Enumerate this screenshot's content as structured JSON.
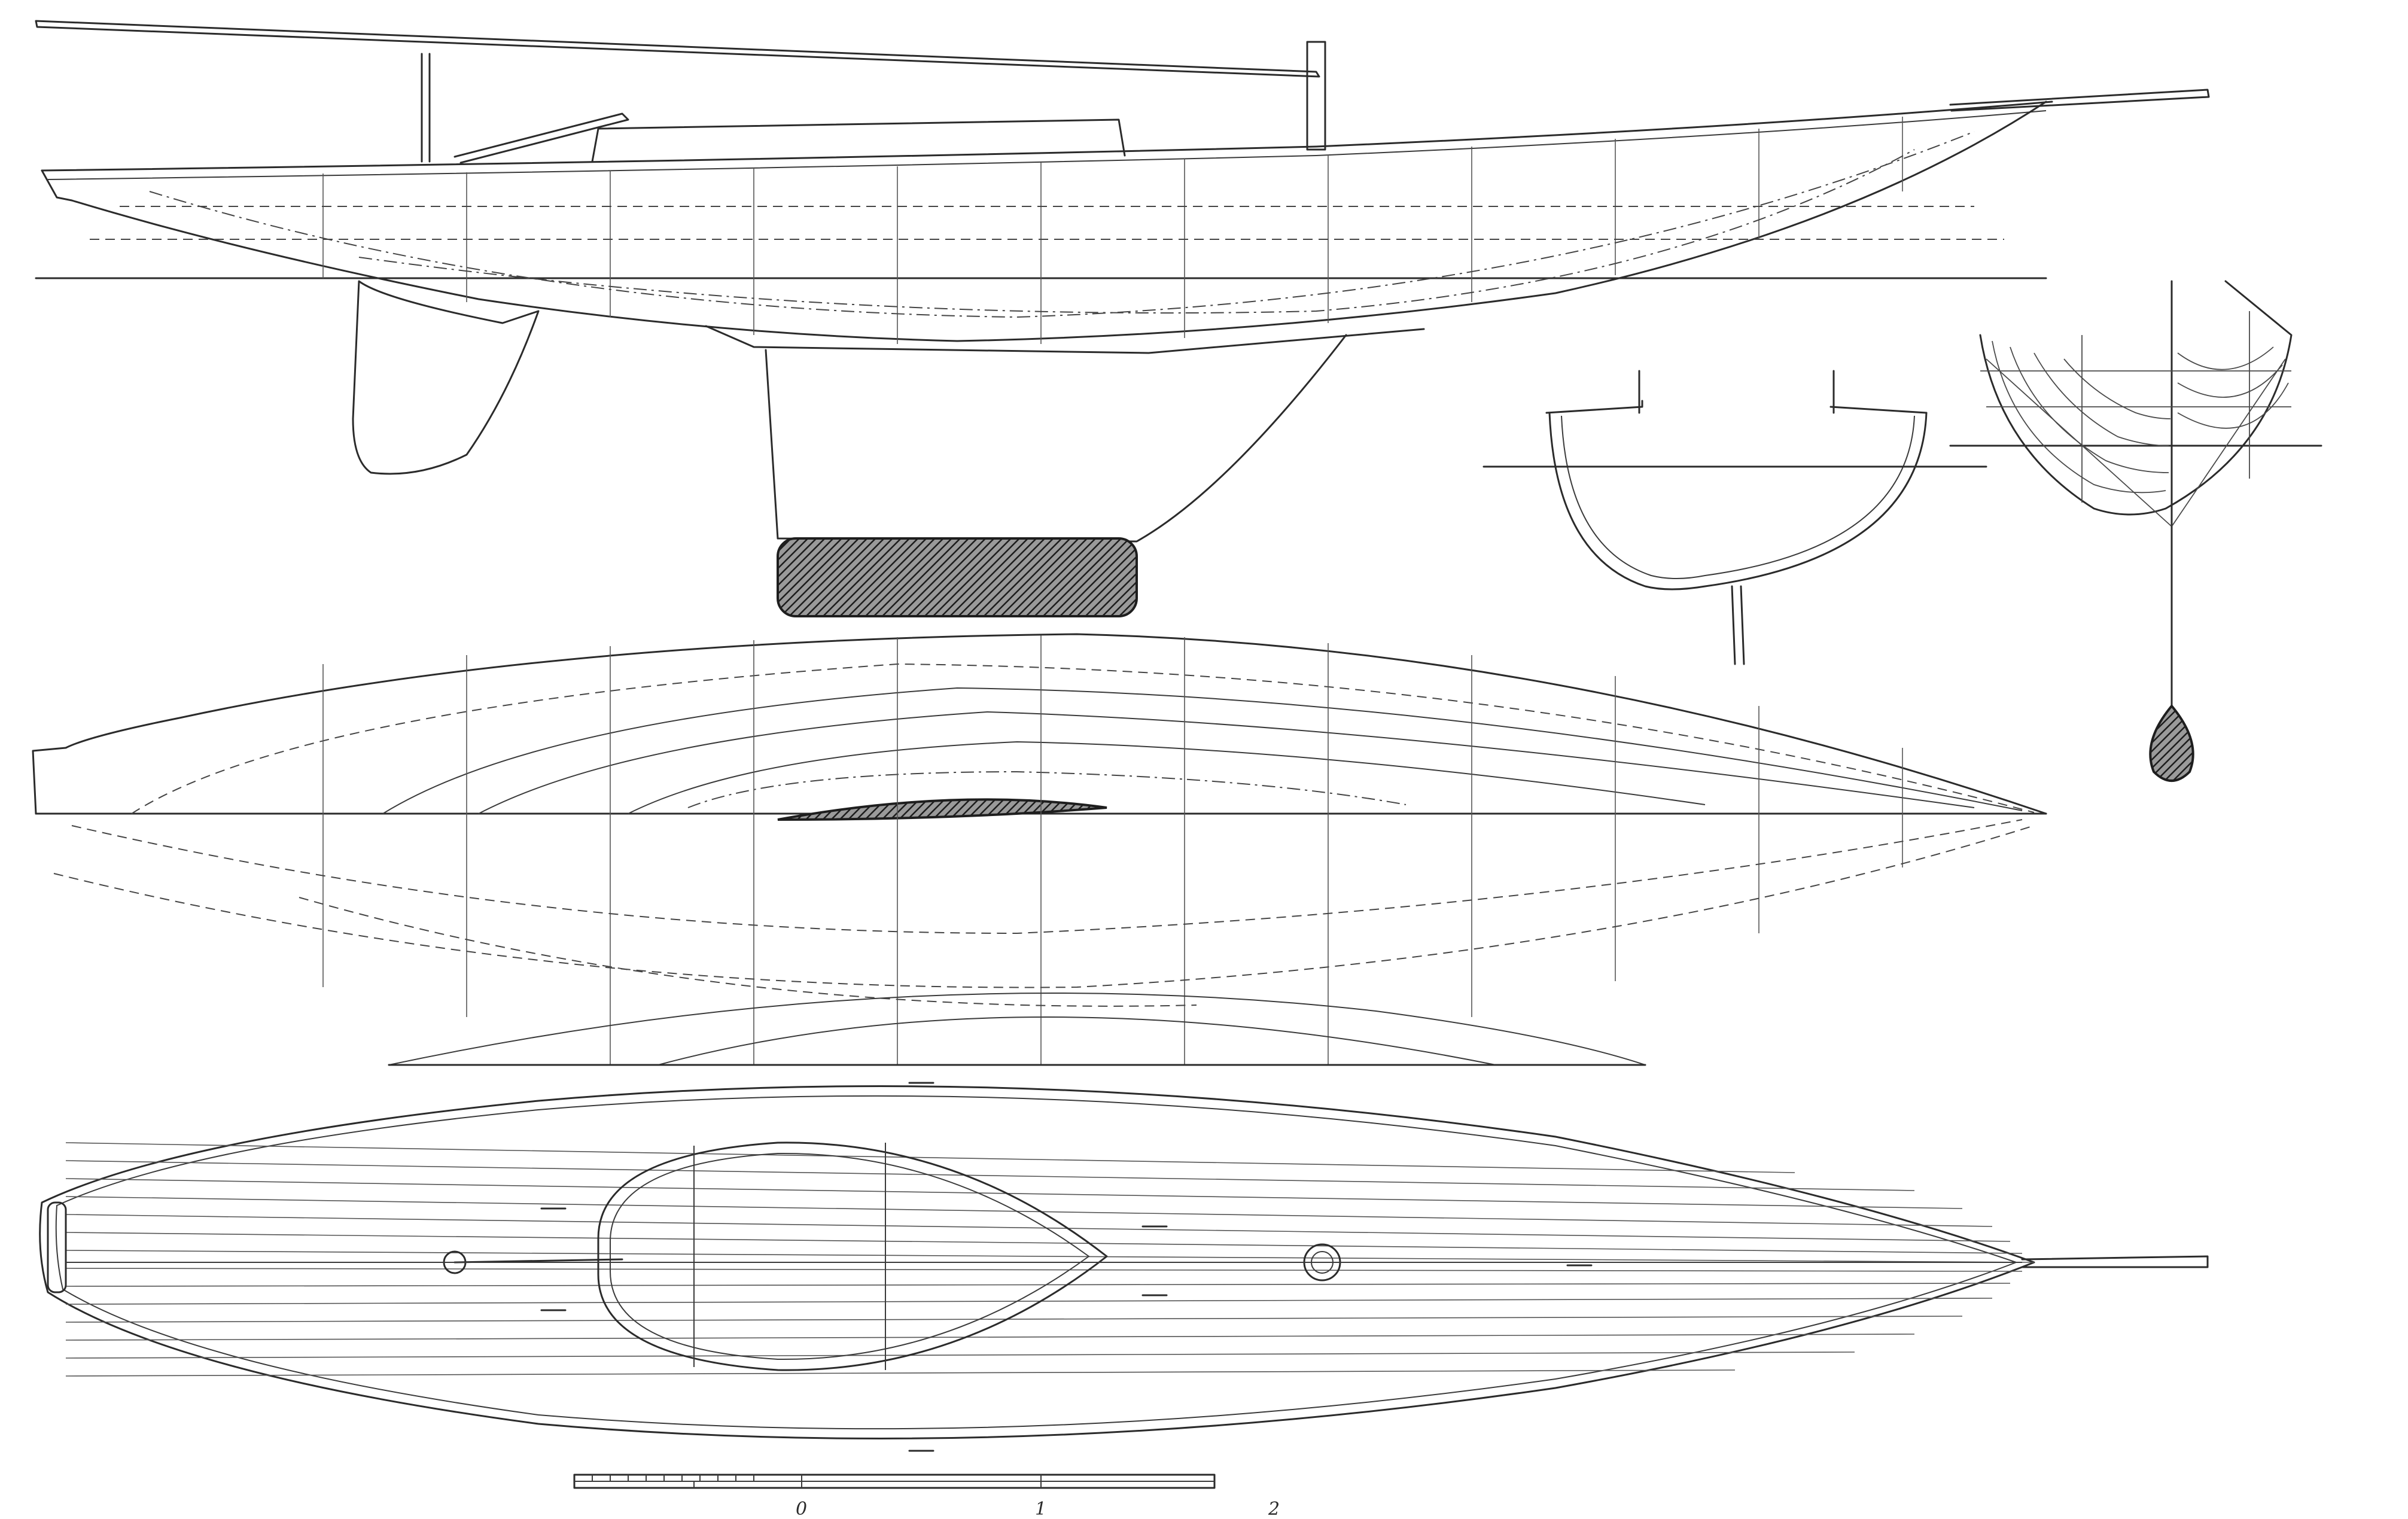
{
  "drawing": {
    "views": [
      "sheer-plan",
      "midship-section",
      "body-plan",
      "half-breadth-plan",
      "deck-plan"
    ]
  },
  "scale_bar": {
    "labels": [
      "0",
      "1",
      "2"
    ]
  },
  "colors": {
    "ink": "#2b2b2b",
    "paper": "#ffffff",
    "lead_ballast": "#3d3d3d"
  }
}
